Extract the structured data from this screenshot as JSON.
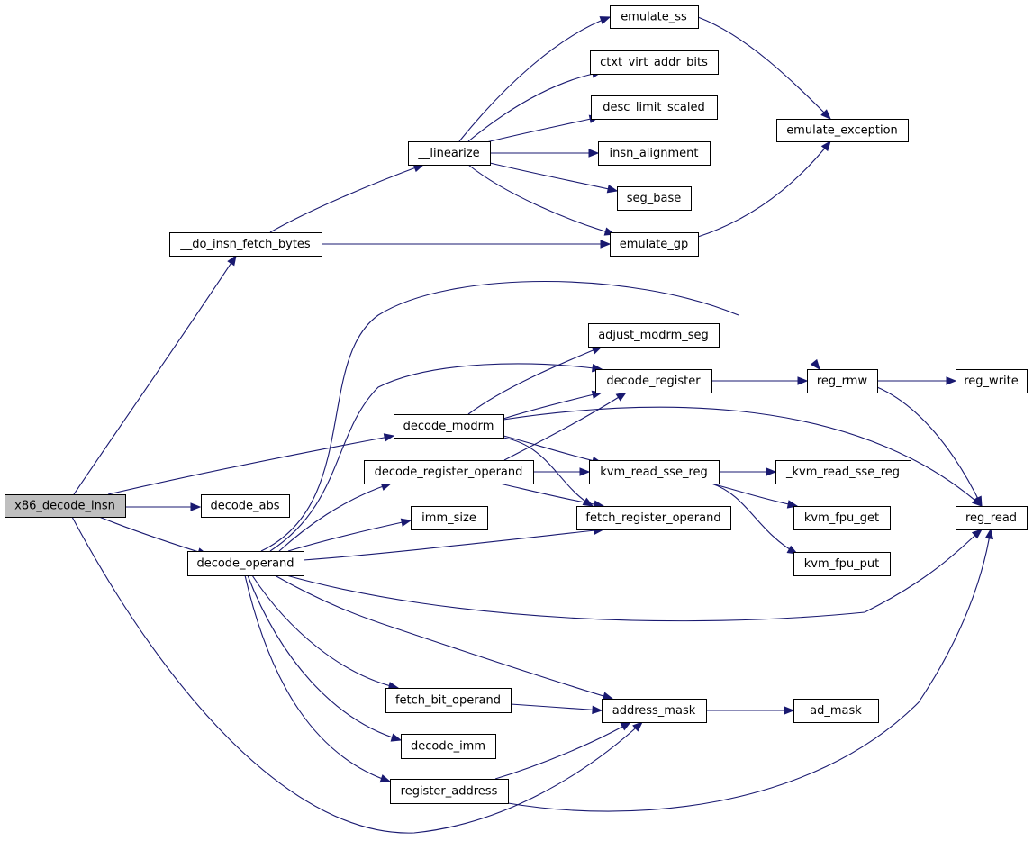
{
  "nodes": [
    {
      "id": "x86_decode_insn",
      "label": "x86_decode_insn",
      "root": true
    },
    {
      "id": "__do_insn_fetch_bytes",
      "label": "__do_insn_fetch_bytes"
    },
    {
      "id": "__linearize",
      "label": "__linearize"
    },
    {
      "id": "emulate_ss",
      "label": "emulate_ss"
    },
    {
      "id": "ctxt_virt_addr_bits",
      "label": "ctxt_virt_addr_bits"
    },
    {
      "id": "desc_limit_scaled",
      "label": "desc_limit_scaled"
    },
    {
      "id": "insn_alignment",
      "label": "insn_alignment"
    },
    {
      "id": "seg_base",
      "label": "seg_base"
    },
    {
      "id": "emulate_gp",
      "label": "emulate_gp"
    },
    {
      "id": "emulate_exception",
      "label": "emulate_exception"
    },
    {
      "id": "decode_abs",
      "label": "decode_abs"
    },
    {
      "id": "decode_modrm",
      "label": "decode_modrm"
    },
    {
      "id": "decode_operand",
      "label": "decode_operand"
    },
    {
      "id": "adjust_modrm_seg",
      "label": "adjust_modrm_seg"
    },
    {
      "id": "decode_register",
      "label": "decode_register"
    },
    {
      "id": "reg_rmw",
      "label": "reg_rmw"
    },
    {
      "id": "reg_write",
      "label": "reg_write"
    },
    {
      "id": "decode_register_operand",
      "label": "decode_register_operand"
    },
    {
      "id": "kvm_read_sse_reg",
      "label": "kvm_read_sse_reg"
    },
    {
      "id": "_kvm_read_sse_reg",
      "label": "_kvm_read_sse_reg"
    },
    {
      "id": "imm_size",
      "label": "imm_size"
    },
    {
      "id": "fetch_register_operand",
      "label": "fetch_register_operand"
    },
    {
      "id": "kvm_fpu_get",
      "label": "kvm_fpu_get"
    },
    {
      "id": "kvm_fpu_put",
      "label": "kvm_fpu_put"
    },
    {
      "id": "reg_read",
      "label": "reg_read"
    },
    {
      "id": "fetch_bit_operand",
      "label": "fetch_bit_operand"
    },
    {
      "id": "address_mask",
      "label": "address_mask"
    },
    {
      "id": "ad_mask",
      "label": "ad_mask"
    },
    {
      "id": "decode_imm",
      "label": "decode_imm"
    },
    {
      "id": "register_address",
      "label": "register_address"
    }
  ],
  "edges": [
    {
      "from": "x86_decode_insn",
      "to": "__do_insn_fetch_bytes"
    },
    {
      "from": "x86_decode_insn",
      "to": "decode_abs"
    },
    {
      "from": "x86_decode_insn",
      "to": "decode_modrm"
    },
    {
      "from": "x86_decode_insn",
      "to": "decode_operand"
    },
    {
      "from": "x86_decode_insn",
      "to": "address_mask"
    },
    {
      "from": "__do_insn_fetch_bytes",
      "to": "__linearize"
    },
    {
      "from": "__do_insn_fetch_bytes",
      "to": "emulate_gp"
    },
    {
      "from": "__linearize",
      "to": "emulate_ss"
    },
    {
      "from": "__linearize",
      "to": "ctxt_virt_addr_bits"
    },
    {
      "from": "__linearize",
      "to": "desc_limit_scaled"
    },
    {
      "from": "__linearize",
      "to": "insn_alignment"
    },
    {
      "from": "__linearize",
      "to": "seg_base"
    },
    {
      "from": "__linearize",
      "to": "emulate_gp"
    },
    {
      "from": "emulate_ss",
      "to": "emulate_exception"
    },
    {
      "from": "emulate_gp",
      "to": "emulate_exception"
    },
    {
      "from": "decode_modrm",
      "to": "adjust_modrm_seg"
    },
    {
      "from": "decode_modrm",
      "to": "decode_register"
    },
    {
      "from": "decode_modrm",
      "to": "kvm_read_sse_reg"
    },
    {
      "from": "decode_modrm",
      "to": "fetch_register_operand"
    },
    {
      "from": "decode_modrm",
      "to": "reg_read"
    },
    {
      "from": "decode_operand",
      "to": "reg_rmw"
    },
    {
      "from": "decode_operand",
      "to": "decode_register"
    },
    {
      "from": "decode_operand",
      "to": "decode_register_operand"
    },
    {
      "from": "decode_operand",
      "to": "imm_size"
    },
    {
      "from": "decode_operand",
      "to": "fetch_register_operand"
    },
    {
      "from": "decode_operand",
      "to": "reg_read"
    },
    {
      "from": "decode_operand",
      "to": "address_mask"
    },
    {
      "from": "decode_operand",
      "to": "fetch_bit_operand"
    },
    {
      "from": "decode_operand",
      "to": "decode_imm"
    },
    {
      "from": "decode_operand",
      "to": "register_address"
    },
    {
      "from": "decode_register",
      "to": "reg_rmw"
    },
    {
      "from": "reg_rmw",
      "to": "reg_write"
    },
    {
      "from": "reg_rmw",
      "to": "reg_read"
    },
    {
      "from": "decode_register_operand",
      "to": "decode_register"
    },
    {
      "from": "decode_register_operand",
      "to": "kvm_read_sse_reg"
    },
    {
      "from": "decode_register_operand",
      "to": "fetch_register_operand"
    },
    {
      "from": "kvm_read_sse_reg",
      "to": "_kvm_read_sse_reg"
    },
    {
      "from": "kvm_read_sse_reg",
      "to": "kvm_fpu_get"
    },
    {
      "from": "kvm_read_sse_reg",
      "to": "kvm_fpu_put"
    },
    {
      "from": "fetch_bit_operand",
      "to": "address_mask"
    },
    {
      "from": "address_mask",
      "to": "ad_mask"
    },
    {
      "from": "register_address",
      "to": "address_mask"
    },
    {
      "from": "register_address",
      "to": "reg_read"
    }
  ],
  "colors": {
    "edge": "#191970",
    "root_fill": "#bfbfbf",
    "node_fill": "#ffffff",
    "border": "#000000"
  }
}
